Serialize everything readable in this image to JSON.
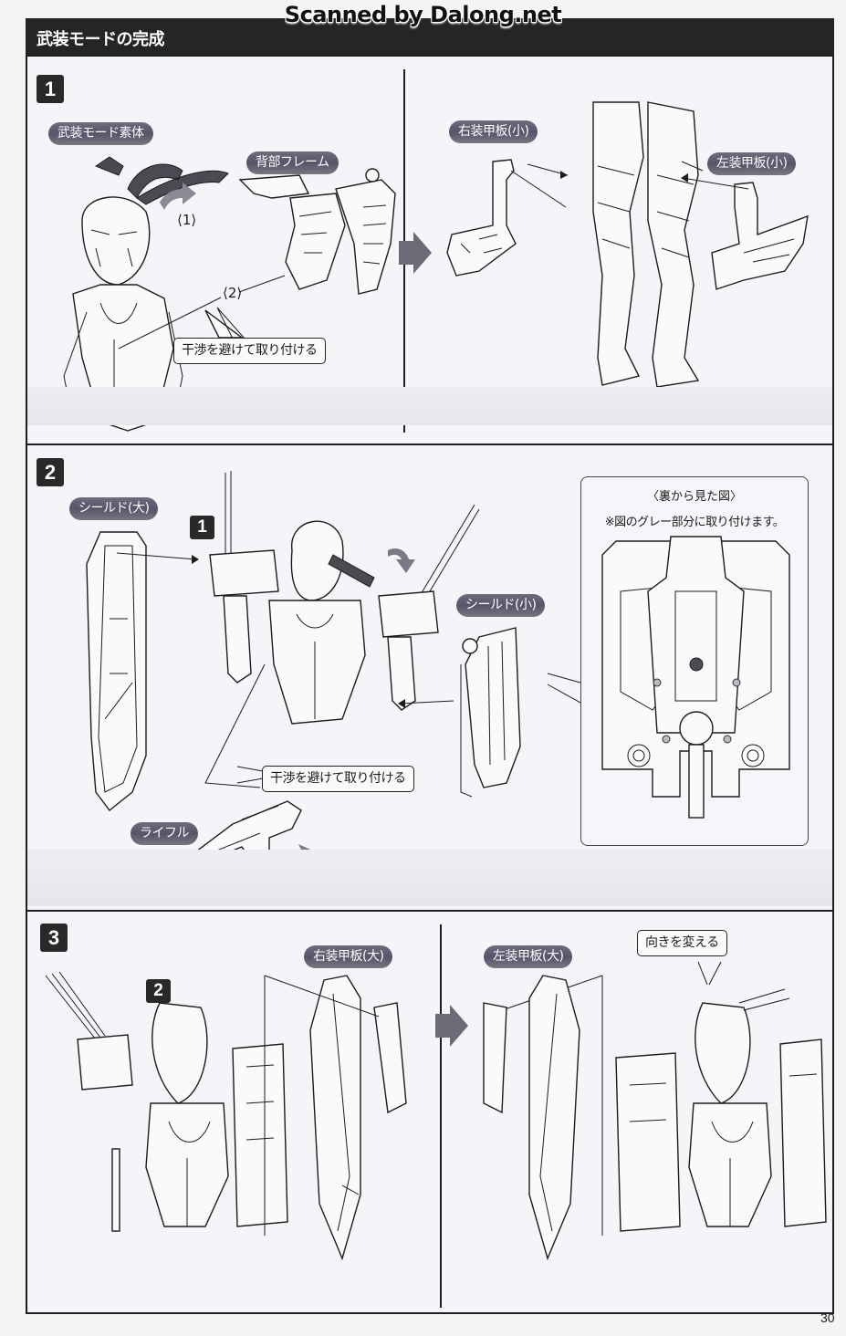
{
  "watermark": "Scanned by Dalong.net",
  "header": {
    "title": "武装モードの完成"
  },
  "steps": [
    {
      "number": "1",
      "labels": {
        "base_body": "武装モード素体",
        "back_frame": "背部フレーム",
        "right_armor_small": "右装甲板(小)",
        "left_armor_small": "左装甲板(小)"
      },
      "order_markers": [
        "1",
        "2"
      ],
      "callout": "干渉を避けて取り付ける"
    },
    {
      "number": "2",
      "ref_step": "1",
      "labels": {
        "shield_large": "シールド(大)",
        "shield_small": "シールド(小)",
        "rifle": "ライフル"
      },
      "callout": "干渉を避けて取り付ける",
      "inset": {
        "title": "〈裏から見た図〉",
        "note": "※図のグレー部分に取り付けます。"
      }
    },
    {
      "number": "3",
      "ref_step": "2",
      "labels": {
        "right_armor_large": "右装甲板(大)",
        "left_armor_large": "左装甲板(大)"
      },
      "callout": "向きを変える"
    }
  ],
  "page_number": "30"
}
